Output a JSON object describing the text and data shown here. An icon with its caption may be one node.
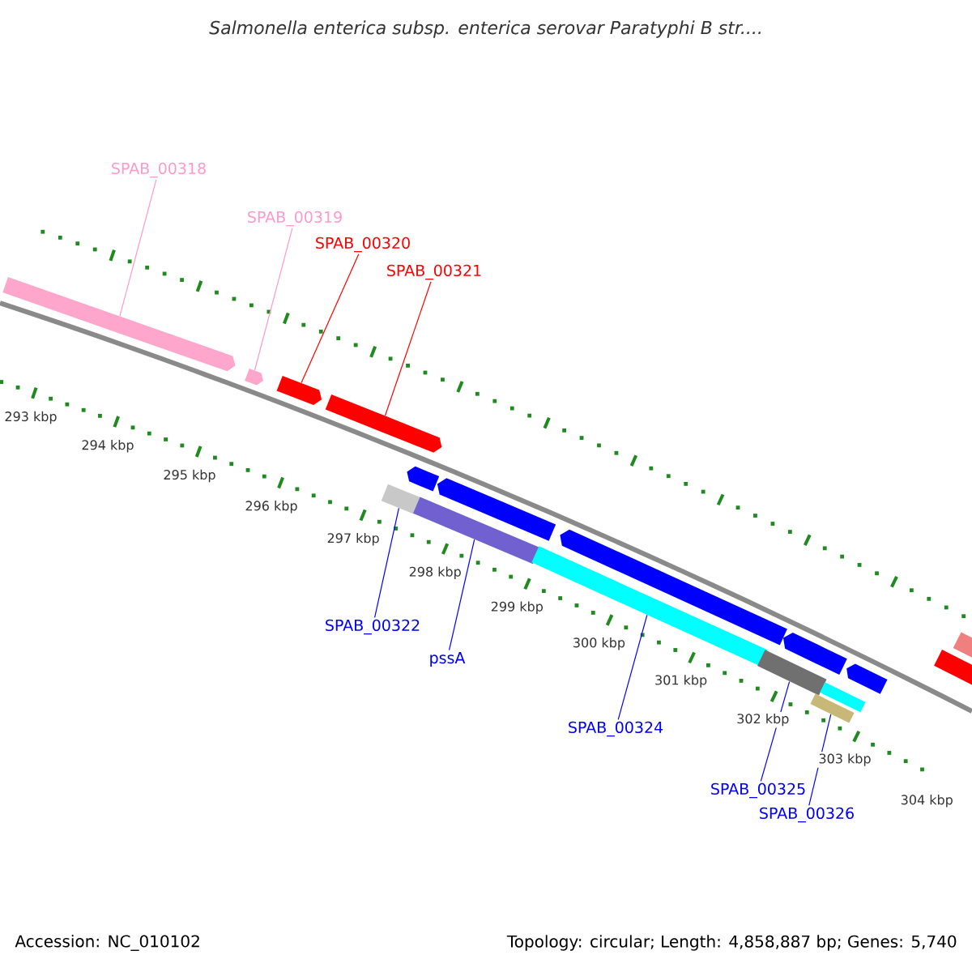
{
  "diagram": {
    "title": "Salmonella enterica subsp. enterica serovar Paratyphi B str....",
    "nodes": [
      {
        "text": [
          "SPAB_00318"
        ]
      },
      {
        "text": [
          "SPAB_00319"
        ]
      },
      {
        "text": [
          "SPAB_00320"
        ]
      },
      {
        "text": [
          "SPAB_00321"
        ]
      },
      {
        "text": [
          "SPAB_00322"
        ]
      },
      {
        "text": [
          "pssA"
        ]
      },
      {
        "text": [
          "SPAB_00324"
        ]
      },
      {
        "text": [
          "SPAB_00325"
        ]
      },
      {
        "text": [
          "SPAB_00326"
        ]
      },
      {
        "text": [],
        "shape": "arrow"
      },
      {
        "text": [],
        "shape": "arrow"
      },
      {
        "text": [],
        "shape": "arrow"
      },
      {
        "text": [],
        "shape": "arrow"
      },
      {
        "text": [],
        "shape": "box"
      },
      {
        "text": [],
        "shape": "arrow"
      },
      {
        "text": [],
        "shape": "box"
      },
      {
        "text": [],
        "shape": "arrow"
      },
      {
        "text": [],
        "shape": "box"
      },
      {
        "text": [],
        "shape": "arrow"
      },
      {
        "text": [],
        "shape": "box"
      },
      {
        "text": [],
        "shape": "arrow"
      },
      {
        "text": [],
        "shape": "box"
      },
      {
        "text": [],
        "shape": "box"
      },
      {
        "text": [],
        "shape": "arrow"
      },
      {
        "text": [],
        "shape": "box"
      },
      {
        "text": [],
        "shape": "box"
      }
    ],
    "edges": [
      {
        "from": 0,
        "to": 9,
        "arrow": "none",
        "color": "#ff99cc"
      },
      {
        "from": 1,
        "to": 10,
        "arrow": "none",
        "color": "#ff99cc"
      },
      {
        "from": 2,
        "to": 11,
        "arrow": "none",
        "color": "#ff0000"
      },
      {
        "from": 3,
        "to": 12,
        "arrow": "none",
        "color": "#ff0000"
      },
      {
        "from": 4,
        "to": 13,
        "arrow": "none"
      },
      {
        "from": 5,
        "to": 15,
        "arrow": "none"
      },
      {
        "from": 6,
        "to": 17,
        "arrow": "none"
      },
      {
        "from": 7,
        "to": 19,
        "arrow": "none"
      },
      {
        "from": 8,
        "to": 21,
        "arrow": "none"
      }
    ],
    "labels": [
      "293 kbp",
      "294 kbp",
      "295 kbp",
      "296 kbp",
      "297 kbp",
      "298 kbp",
      "299 kbp",
      "300 kbp",
      "301 kbp",
      "302 kbp",
      "303 kbp",
      "304 kbp",
      "Accession: NC_010102",
      "Topology: circular; Length: 4,858,887 bp; Genes: 5,740"
    ]
  }
}
